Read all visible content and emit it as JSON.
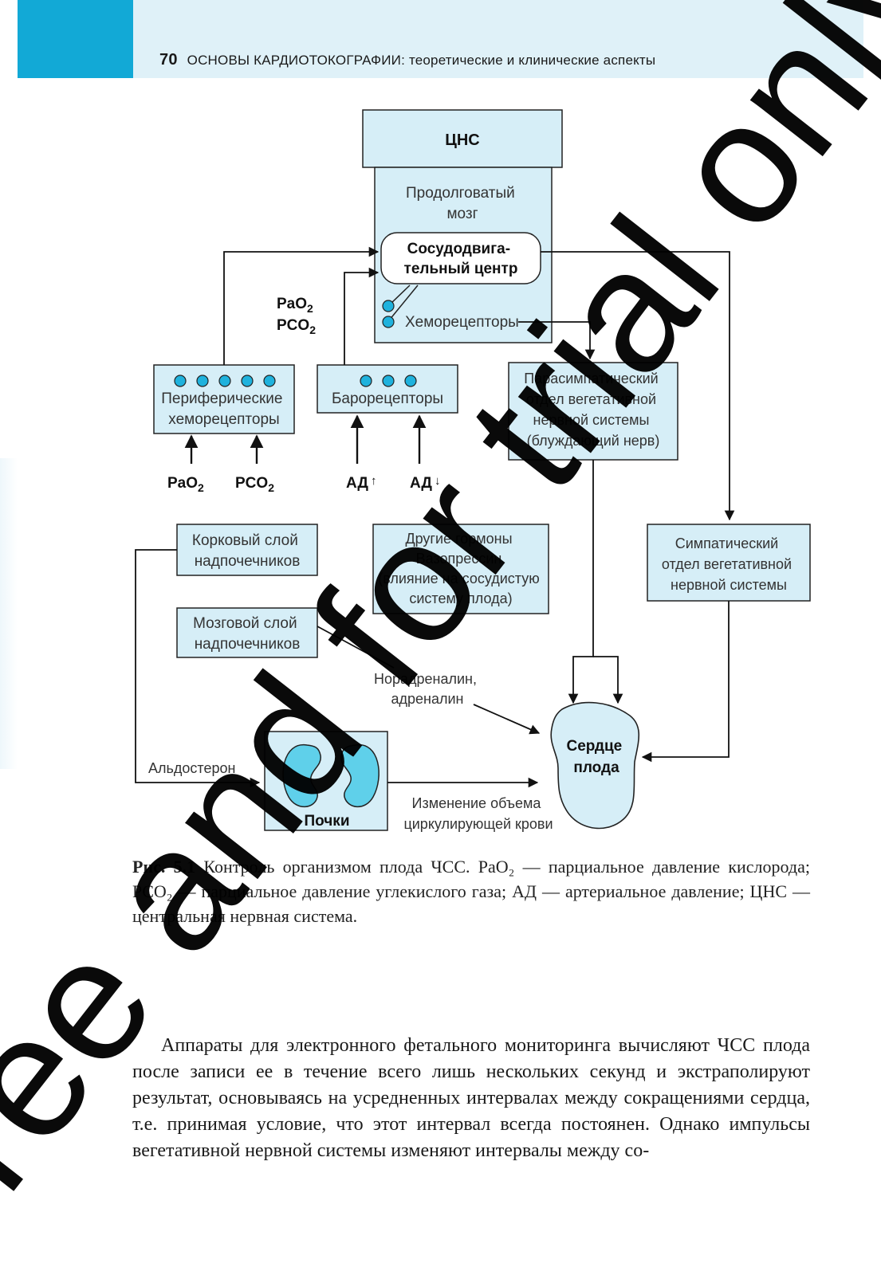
{
  "header": {
    "page_number": "70",
    "book_title": "ОСНОВЫ КАРДИОТОКОГРАФИИ:",
    "book_subtitle": "теоретические и клинические аспекты"
  },
  "diagram": {
    "cns": "ЦНС",
    "medulla_line1": "Продолговатый",
    "medulla_line2": "мозг",
    "vasomotor_line1": "Сосудодвига-",
    "vasomotor_line2": "тельный центр",
    "central_chemo": "Хеморецепторы",
    "pao2_center": "PaO",
    "pco2_center": "PCO",
    "sub2": "2",
    "peripheral_line1": "Периферические",
    "peripheral_line2": "хеморецепторы",
    "baroreceptors": "Барорецепторы",
    "para_line1": "Парасимпатический",
    "para_line2": "отдел вегетативной",
    "para_line3": "нервной системы",
    "para_line4": "(блуждающий нерв)",
    "pao2_bottom": "PaO",
    "pco2_bottom": "PCO",
    "bp_up": "АД",
    "bp_down": "АД",
    "up_arrow": "↑",
    "down_arrow": "↓",
    "cortex_line1": "Корковый слой",
    "cortex_line2": "надпочечников",
    "hormones_line1": "Другие гормоны",
    "hormones_line2": "Вазопрессин",
    "hormones_line3": "(влияние на сосудистую",
    "hormones_line4": "систему плода)",
    "symp_line1": "Симпатический",
    "symp_line2": "отдел вегетативной",
    "symp_line3": "нервной системы",
    "medulla_adr_line1": "Мозговой слой",
    "medulla_adr_line2": "надпочечников",
    "noradr_line1": "Норадреналин,",
    "noradr_line2": "адреналин",
    "aldosterone": "Альдостерон",
    "kidneys": "Почки",
    "volume_line1": "Изменение объема",
    "volume_line2": "циркулирующей крови",
    "heart_line1": "Сердце",
    "heart_line2": "плода"
  },
  "caption": {
    "label": "Рис. 5.1",
    "text": " Контроль организмом плода ЧСС. PaO₂ — парциальное давление кислорода; PCO₂ — парциальное давление углекислого газа; АД — артериальное давление; ЦНС — центральная нервная система."
  },
  "body": {
    "paragraph": "Аппараты для электронного фетального мониторинга вычисляют ЧСС плода после записи ее в течение всего лишь нескольких секунд и экстраполируют результат, основываясь на усредненных интервалах между сокращениями сердца, т.е. принимая условие, что этот интервал всегда постоянен. Однако импульсы вегетативной нервной системы изменяют интервалы между со-"
  },
  "watermark": {
    "text": "Free and for trial only"
  },
  "colors": {
    "accent": "#12a9d6",
    "header_band": "#dff1f8",
    "box_fill": "#d6eef7",
    "dot_fill": "#1fb2dd",
    "kidney_fill": "#5fd0ea"
  }
}
